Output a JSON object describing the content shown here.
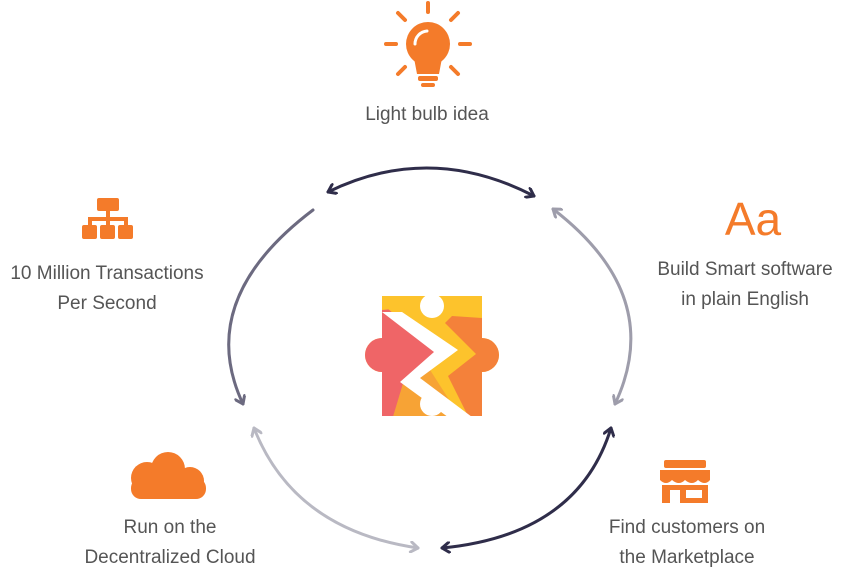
{
  "nodes": {
    "idea": {
      "lines": [
        "Light bulb idea"
      ],
      "icon": "light-bulb-icon"
    },
    "english": {
      "lines": [
        "Build Smart software",
        "in plain English"
      ],
      "icon": "aa-text-icon",
      "icon_text": "Aa"
    },
    "market": {
      "lines": [
        "Find customers on",
        "the Marketplace"
      ],
      "icon": "storefront-icon"
    },
    "cloud": {
      "lines": [
        "Run on the",
        "Decentralized Cloud"
      ],
      "icon": "cloud-icon"
    },
    "tps": {
      "lines": [
        "10 Million Transactions",
        "Per Second"
      ],
      "icon": "network-hierarchy-icon"
    }
  },
  "center": {
    "icon": "puzzle-piece-logo-icon"
  },
  "colors": {
    "accent": "#f47b2a",
    "text": "#555555",
    "arrow_dark": "#2f2d4a",
    "arrow_mid": "#6c6a80",
    "arrow_light": "#b9b9c3",
    "puzzle_yellow": "#fdc32c",
    "puzzle_orange": "#f7a335",
    "puzzle_red": "#ef6567",
    "puzzle_dark_orange": "#f4813a"
  }
}
